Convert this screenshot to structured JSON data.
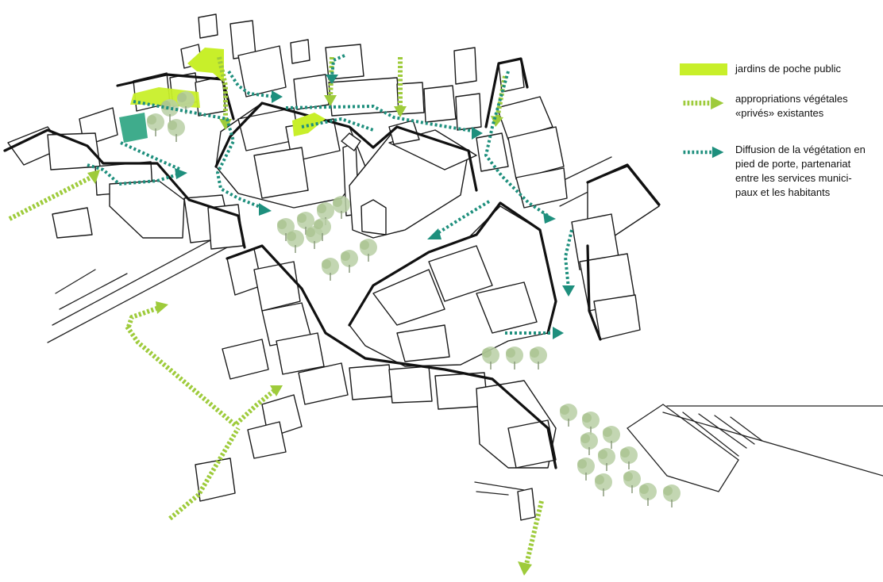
{
  "legend": {
    "items": [
      {
        "label": "jardins de poche public",
        "color": "#c8ef2a",
        "icon": "filled-swatch"
      },
      {
        "label": "appropriations végétales\n«privés» existantes",
        "color": "#9ecb3b",
        "icon": "dashed-arrow"
      },
      {
        "label": "Diffusion de la végétation en\npied de porte, partenariat\nentre les services munici-\npaux et les habitants",
        "color": "#1e8f7d",
        "icon": "dashed-arrow"
      }
    ]
  },
  "colors": {
    "public_garden": "#c8ef2a",
    "private_green_arrow": "#9ecb3b",
    "street_greening_arrow": "#1e8f7d",
    "tree": "#b9cfa4",
    "ink": "#111111"
  }
}
